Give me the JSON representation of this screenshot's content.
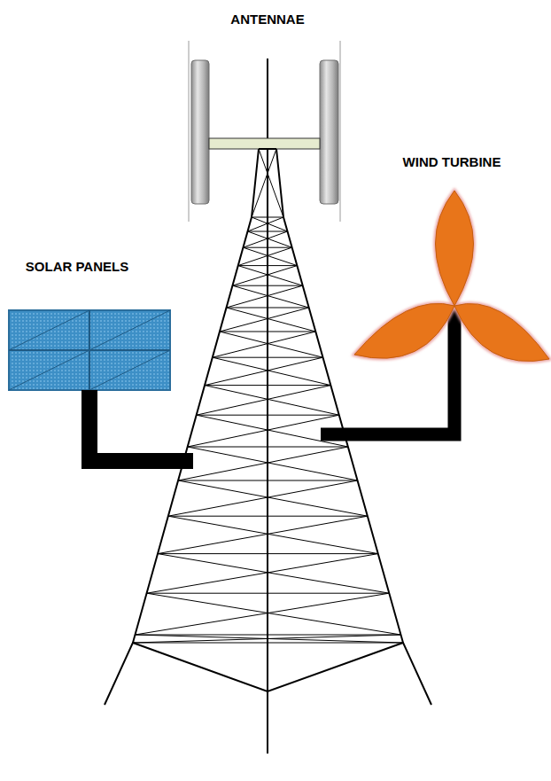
{
  "diagram": {
    "labels": [
      "ANTENNAE",
      "SOLAR PANELS",
      "WIND TURBINE"
    ]
  }
}
